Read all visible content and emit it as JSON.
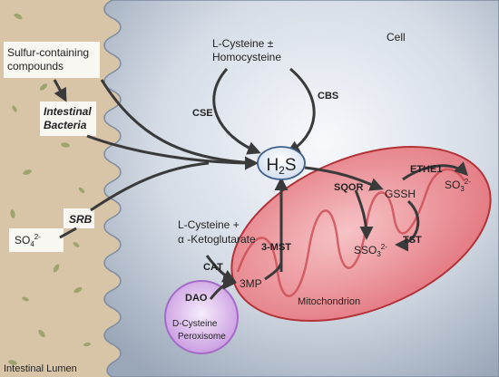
{
  "labels": {
    "cell": "Cell",
    "sulfur_compounds_line1": "Sulfur-containing",
    "sulfur_compounds_line2": "compounds",
    "intestinal_bacteria_line1": "Intestinal",
    "intestinal_bacteria_line2": "Bacteria",
    "srb": "SRB",
    "sulfate_main": "SO",
    "sulfate_sub": "4",
    "sulfate_sup": "2-",
    "cysteine_homocysteine_line1": "L-Cysteine ±",
    "cysteine_homocysteine_line2": "Homocysteine",
    "cse": "CSE",
    "cbs": "CBS",
    "h2s_main": "H",
    "h2s_sub": "2",
    "h2s_s": "S",
    "sqor": "SQOR",
    "gssh": "GSSH",
    "ethe1": "ETHE1",
    "sulfite_main": "SO",
    "sulfite_sub": "3",
    "sulfite_sup": "2-",
    "tst": "TST",
    "thiosulfate_main": "SSO",
    "thiosulfate_sub": "3",
    "thiosulfate_sup": "2-",
    "cysteine_ketoglutarate_line1": "L-Cysteine +",
    "cysteine_ketoglutarate_line2": "α -Ketoglutarate",
    "mst": "3-MST",
    "cat": "CAT",
    "mp": "3MP",
    "mitochondrion": "Mitochondrion",
    "dao": "DAO",
    "d_cysteine": "D-Cysteine",
    "peroxisome": "Peroxisome",
    "intestinal_lumen": "Intestinal Lumen"
  },
  "colors": {
    "lumen": "#d6c2a4",
    "cell_body": "#c6cfdb",
    "mitochondrion": "#e46f77",
    "mito_text": "#b0262d",
    "peroxisome": "#d2a8e6",
    "perox_text": "#8a3bb0",
    "arrow": "#3a3a3a",
    "h2s_fill": "#dde8f5",
    "h2s_stroke": "#3f5f8a"
  }
}
